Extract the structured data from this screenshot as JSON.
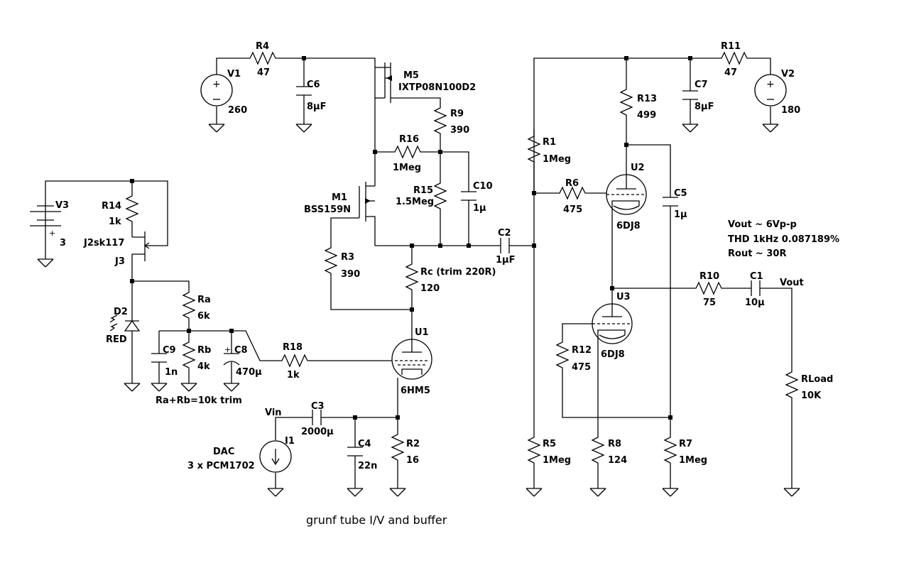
{
  "caption": "grunf tube I/V and buffer",
  "notes": {
    "line1": "Vout ~ 6Vp-p",
    "line2": "THD 1kHz 0.087189%",
    "line3": "Rout ~ 30R"
  },
  "net_vin": "Vin",
  "net_vout": "Vout",
  "trim_note": "Ra+Rb=10k trim",
  "dac_label": {
    "line1": "DAC",
    "line2": "3 x PCM1702"
  },
  "sources": {
    "V1": {
      "name": "V1",
      "value": "260"
    },
    "V2": {
      "name": "V2",
      "value": "180"
    },
    "V3": {
      "name": "V3",
      "value": "3"
    },
    "I1": {
      "name": "I1"
    }
  },
  "resistors": {
    "R4": {
      "name": "R4",
      "value": "47"
    },
    "R11": {
      "name": "R11",
      "value": "47"
    },
    "R9": {
      "name": "R9",
      "value": "390"
    },
    "R16": {
      "name": "R16",
      "value": "1Meg"
    },
    "R15": {
      "name": "R15",
      "value": "1.5Meg"
    },
    "R3": {
      "name": "R3",
      "value": "390"
    },
    "Rc": {
      "name": "Rc (trim 220R)",
      "value": "120"
    },
    "R14": {
      "name": "R14",
      "value": "1k"
    },
    "Ra": {
      "name": "Ra",
      "value": "6k"
    },
    "Rb": {
      "name": "Rb",
      "value": "4k"
    },
    "R18": {
      "name": "R18",
      "value": "1k"
    },
    "R2": {
      "name": "R2",
      "value": "16"
    },
    "R1": {
      "name": "R1",
      "value": "1Meg"
    },
    "R6": {
      "name": "R6",
      "value": "475"
    },
    "R13": {
      "name": "R13",
      "value": "499"
    },
    "R10": {
      "name": "R10",
      "value": "75"
    },
    "R12": {
      "name": "R12",
      "value": "475"
    },
    "R5": {
      "name": "R5",
      "value": "1Meg"
    },
    "R8": {
      "name": "R8",
      "value": "124"
    },
    "R7": {
      "name": "R7",
      "value": "1Meg"
    },
    "RLoad": {
      "name": "RLoad",
      "value": "10K"
    }
  },
  "capacitors": {
    "C6": {
      "name": "C6",
      "value": "8µF"
    },
    "C7": {
      "name": "C7",
      "value": "8µF"
    },
    "C10": {
      "name": "C10",
      "value": "1µ"
    },
    "C2": {
      "name": "C2",
      "value": "1µF"
    },
    "C5": {
      "name": "C5",
      "value": "1µ"
    },
    "C1": {
      "name": "C1",
      "value": "10µ"
    },
    "C9": {
      "name": "C9",
      "value": "1n"
    },
    "C8": {
      "name": "C8",
      "value": "470µ"
    },
    "C3": {
      "name": "C3",
      "value": "2000µ"
    },
    "C4": {
      "name": "C4",
      "value": "22n"
    }
  },
  "semis": {
    "M5": {
      "name": "M5",
      "value": "IXTP08N100D2"
    },
    "M1": {
      "name": "M1",
      "value": "BSS159N"
    },
    "J3": {
      "name": "J3",
      "value": "J2sk117"
    },
    "D2": {
      "name": "D2",
      "value": "RED"
    }
  },
  "tubes": {
    "U1": {
      "name": "U1",
      "value": "6HM5"
    },
    "U2": {
      "name": "U2",
      "value": "6DJ8"
    },
    "U3": {
      "name": "U3",
      "value": "6DJ8"
    }
  }
}
